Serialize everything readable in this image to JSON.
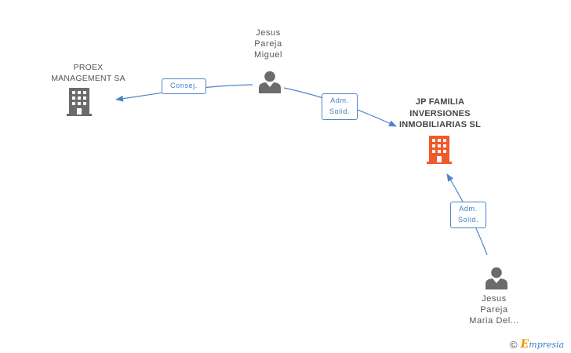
{
  "nodes": {
    "proex": {
      "lines": [
        "PROEX",
        "MANAGEMENT SA"
      ]
    },
    "jesus_miguel": {
      "lines": [
        "Jesus",
        "Pareja",
        "Miguel"
      ]
    },
    "jp_familia": {
      "lines": [
        "JP FAMILIA",
        "INVERSIONES",
        "INMOBILIARIAS SL"
      ]
    },
    "jesus_maria": {
      "lines": [
        "Jesus",
        "Pareja",
        "Maria Del..."
      ]
    }
  },
  "edges": {
    "consej": {
      "lines": [
        "Consej."
      ]
    },
    "adm_solid_1": {
      "lines": [
        "Adm.",
        "Solid."
      ]
    },
    "adm_solid_2": {
      "lines": [
        "Adm.",
        "Solid."
      ]
    }
  },
  "brand": {
    "copyright": "©",
    "initial": "E",
    "name": "mpresia"
  },
  "colors": {
    "edge": "#4a86c8",
    "company_icon": "#6b6b6b",
    "company_icon_highlight": "#f05a28",
    "person_icon": "#6b6b6b"
  }
}
